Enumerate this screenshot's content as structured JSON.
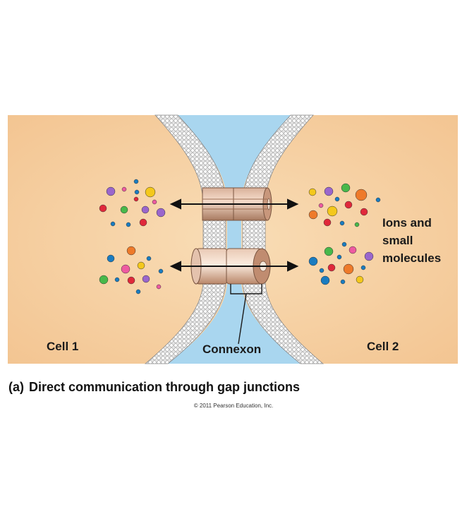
{
  "labels": {
    "cell1": "Cell 1",
    "cell2": "Cell 2",
    "connexon": "Connexon",
    "ions_line1": "Ions and",
    "ions_line2": "small",
    "ions_line3": "molecules"
  },
  "caption": {
    "tag": "(a)",
    "text": "Direct communication through gap junctions"
  },
  "copyright": "© 2011 Pearson Education, Inc.",
  "colors": {
    "cytoplasm": "#f7d3a8",
    "extracellular": "#a9d6ef",
    "membrane": "#d8d8d8",
    "connexon": "#c89a80",
    "molecule_purple": "#9a66cc",
    "molecule_red": "#e0283a",
    "molecule_yellow": "#f4c81c",
    "molecule_green": "#48b84a",
    "molecule_blue": "#1a7cc0",
    "molecule_orange": "#ee7a2a",
    "molecule_pink": "#ee5aa0"
  }
}
